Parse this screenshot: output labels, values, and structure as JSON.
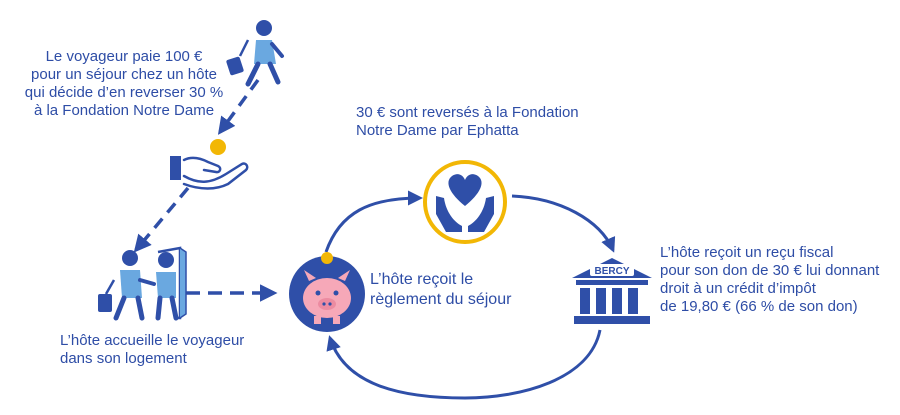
{
  "colors": {
    "primary": "#2f4fa8",
    "accent_gold": "#f2b705",
    "light_blue": "#6aa8e0",
    "piggy_pink": "#f6a8b8",
    "background": "#ffffff"
  },
  "texts": {
    "traveler_pays": [
      "Le voyageur paie 100 €",
      "pour un séjour chez un hôte",
      "qui décide d’en reverser 30 %",
      "à la Fondation Notre Dame"
    ],
    "foundation_transfer": [
      "30 € sont reversés à la Fondation",
      "Notre Dame par Ephatta"
    ],
    "host_welcomes": [
      "L’hôte accueille le voyageur",
      "dans son logement"
    ],
    "host_payment": [
      "L’hôte reçoit le",
      "règlement du séjour"
    ],
    "tax_receipt": [
      "L’hôte reçoit un reçu fiscal",
      "pour son don de 30 € lui donnant",
      "droit à un crédit d’impôt",
      "de 19,80 € (66 % de son don)"
    ],
    "bercy_label": "BERCY"
  },
  "icons": {
    "traveler": "traveler-with-suitcase-icon",
    "hand_coin": "hand-holding-coin-icon",
    "welcome": "host-welcoming-traveler-icon",
    "piggy": "piggy-bank-icon",
    "heart_hands": "hands-holding-heart-icon",
    "bercy": "bercy-building-icon"
  }
}
